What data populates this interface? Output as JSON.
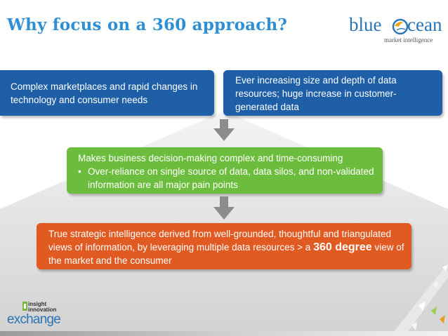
{
  "slide": {
    "title": "Why focus on a 360 approach?"
  },
  "logo": {
    "word_left": "blue",
    "word_right": "cean",
    "tagline": "market intelligence",
    "color": "#2a74b6",
    "accent_color": "#f0a020"
  },
  "boxes": {
    "left": {
      "text": "Complex marketplaces and rapid changes in technology and consumer needs"
    },
    "right": {
      "text": "Ever increasing size and depth of data resources; huge increase in customer-generated data"
    },
    "middle": {
      "line1": "Makes business decision-making complex and time-consuming",
      "bullet": "•",
      "bullet_text": "Over-reliance on single source of data, data silos, and non-validated information are all major pain points"
    },
    "bottom": {
      "text_before": "True strategic intelligence derived from well-grounded, thoughtful and triangulated views of information, by leveraging multiple data resources > a ",
      "text_strong": "360 degree",
      "text_after": " view of the market and the consumer"
    }
  },
  "footer_logo": {
    "line1": "insight",
    "line2": "innovation",
    "line3": "exchange"
  },
  "colors": {
    "title": "#2e8fd4",
    "blue_box": "#1f5fa8",
    "green_box": "#6cbd3d",
    "orange_box": "#e05a22",
    "arrow": "#8c8c8c"
  },
  "icons": {
    "down_arrow_1": "down-arrow-icon",
    "down_arrow_2": "down-arrow-icon"
  }
}
